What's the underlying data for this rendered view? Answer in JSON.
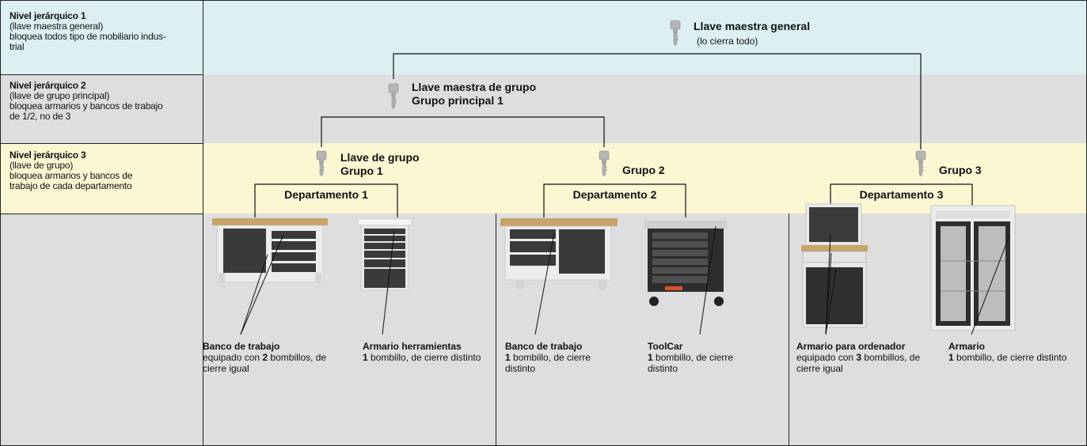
{
  "levels": [
    {
      "title": "Nivel jerárquico 1",
      "lines": [
        "(llave maestra general)",
        "bloquea todos tipo de mobiliario indus-",
        "trial"
      ]
    },
    {
      "title": "Nivel jerárquico 2",
      "lines": [
        "(llave de grupo principal)",
        "bloquea armarios y bancos de trabajo",
        "de 1/2, no de 3"
      ]
    },
    {
      "title": "Nivel jerárquico 3",
      "lines": [
        "(llave de grupo)",
        "bloquea armarios y bancos de",
        "trabajo de cada departamento"
      ]
    }
  ],
  "keys": {
    "master_general": {
      "title": "Llave maestra general",
      "sub": "(lo cierra todo)"
    },
    "group_master": {
      "title_line1": "Llave maestra de grupo",
      "title_line2": "Grupo principal 1"
    },
    "group1": {
      "title_line1": "Llave de grupo",
      "title_line2": "Grupo 1"
    },
    "group2": {
      "title": "Grupo 2"
    },
    "group3": {
      "title": "Grupo 3"
    }
  },
  "departments": [
    "Departamento 1",
    "Departamento 2",
    "Departamento 3"
  ],
  "furniture": [
    {
      "name": "Banco de trabajo",
      "desc_pre": "equipado con ",
      "desc_bold": "2",
      "desc_post": " bombillos, de cierre igual"
    },
    {
      "name": "Armario herramientas",
      "desc_pre": "",
      "desc_bold": "1",
      "desc_post": " bombillo, de cierre distinto"
    },
    {
      "name": "Banco de trabajo",
      "desc_pre": "",
      "desc_bold": "1",
      "desc_post": " bombillo, de cierre distinto"
    },
    {
      "name": "ToolCar",
      "desc_pre": "",
      "desc_bold": "1",
      "desc_post": " bombillo, de cierre distinto"
    },
    {
      "name": "Armario para ordenador",
      "desc_pre": "equipado con ",
      "desc_bold": "3",
      "desc_post": " bombillos, de cierre igual"
    },
    {
      "name": "Armario",
      "desc_pre": "",
      "desc_bold": "1",
      "desc_post": " bombillo, de cierre distinto"
    }
  ],
  "colors": {
    "band_level1": "#dcf0f3",
    "band_level2": "#dedede",
    "band_level3": "#fdf6d3",
    "cabinet_dark": "#3a3a3a",
    "worktop_wood": "#c9a46a"
  }
}
